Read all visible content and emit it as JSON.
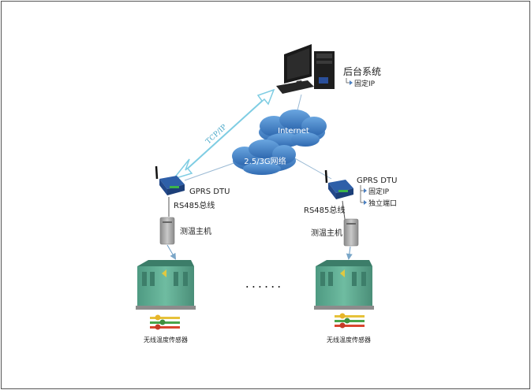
{
  "backend": {
    "title": "后台系统",
    "sub": "固定IP"
  },
  "link_protocol": "TCP/IP",
  "internet": "Internet",
  "network": "2.5/3G网络",
  "nodes": [
    {
      "dtu": "GPRS DTU",
      "bus": "RS485总线",
      "host": "测温主机",
      "sensor": "无线温度传感器"
    },
    {
      "dtu": "GPRS DTU",
      "dtu_sub1": "固定IP",
      "dtu_sub2": "独立端口",
      "bus": "RS485总线",
      "host": "测温主机",
      "sensor": "无线温度传感器"
    }
  ],
  "ellipsis": "......",
  "colors": {
    "cloud": "#3f7fc6",
    "cabinet": "#5aa88e",
    "arrow": "#8fd3e8",
    "line": "#8fb8d4"
  }
}
